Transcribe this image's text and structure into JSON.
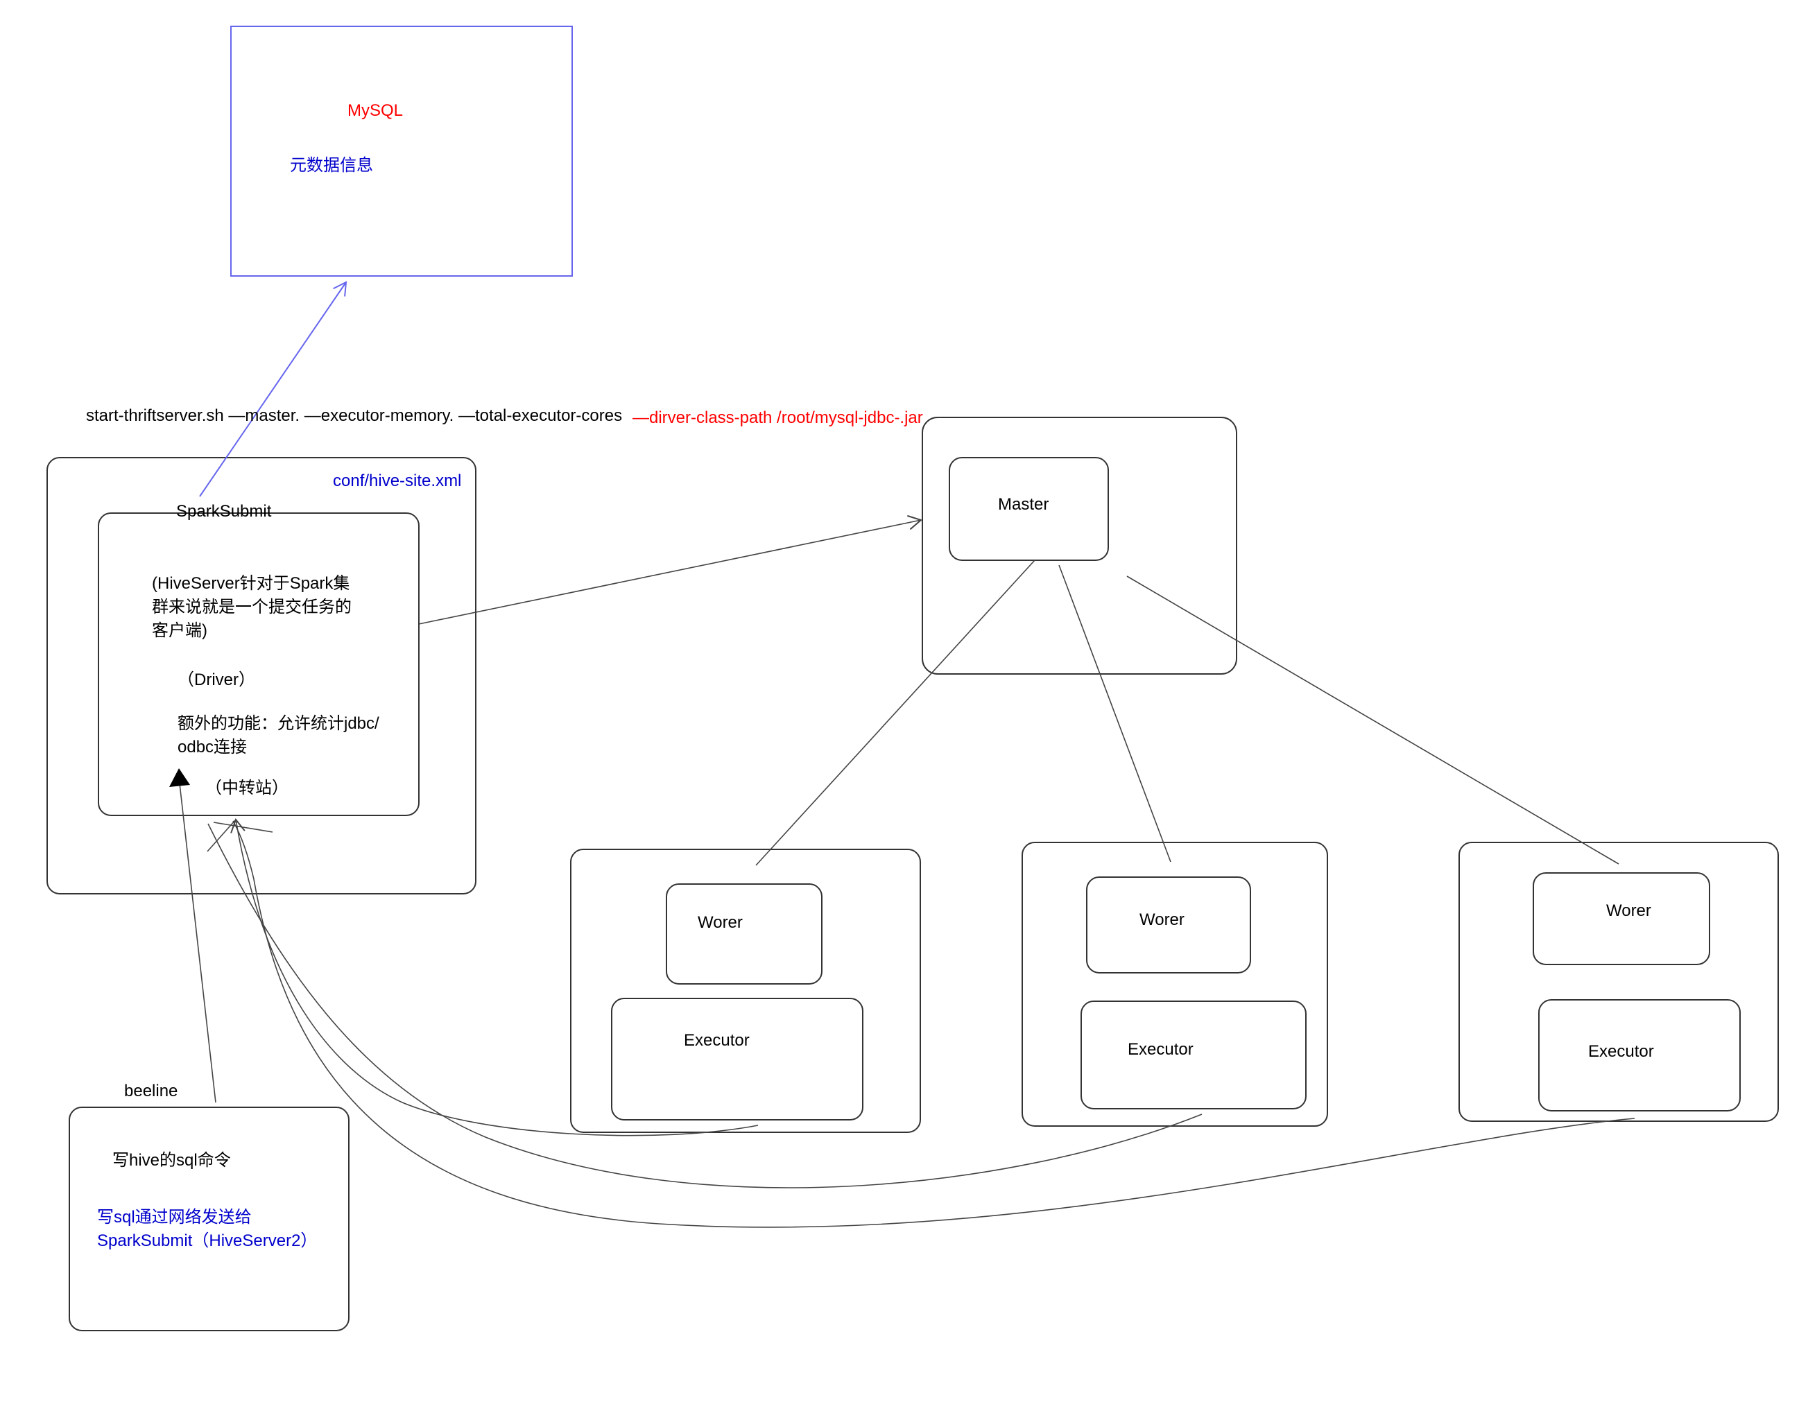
{
  "colors": {
    "accent_blue": "#0000cc",
    "mysql_red": "#ff0000",
    "box_border_blue": "#6666ee",
    "line": "#444444"
  },
  "mysql": {
    "title": "MySQL",
    "subtitle": "元数据信息"
  },
  "command": {
    "main": "start-thriftserver.sh —master. —executor-memory. —total-executor-cores",
    "driver_class_path": "—dirver-class-path /root/mysql-jdbc-.jar"
  },
  "spark_submit": {
    "config_file": "conf/hive-site.xml",
    "label": "SparkSubmit",
    "desc_line1": "(HiveServer针对于Spark集",
    "desc_line2": "群来说就是一个提交任务的",
    "desc_line3": "客户端)",
    "driver": "（Driver）",
    "extra_line1": "额外的功能：允许统计jdbc/",
    "extra_line2": "odbc连接",
    "relay": "（中转站）"
  },
  "master": {
    "label": "Master"
  },
  "workers": [
    {
      "worker_label": "Worer",
      "executor_label": "Executor"
    },
    {
      "worker_label": "Worer",
      "executor_label": "Executor"
    },
    {
      "worker_label": "Worer",
      "executor_label": "Executor"
    }
  ],
  "beeline": {
    "label": "beeline",
    "action": "写hive的sql命令",
    "send_line1": "写sql通过网络发送给",
    "send_line2": "SparkSubmit（HiveServer2）"
  }
}
